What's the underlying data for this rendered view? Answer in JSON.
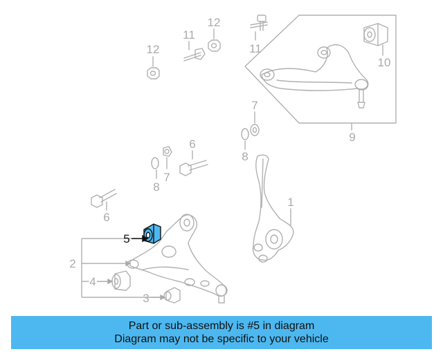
{
  "diagram": {
    "callouts": {
      "upper_arm_assembly": "9",
      "upper_bushing": "10",
      "upper_bolt": "11",
      "upper_bolt_left": "11",
      "upper_nut": "12",
      "upper_nut_left": "12",
      "upper_washer": "7",
      "upper_stopper": "8",
      "knuckle": "1",
      "lower_arm_assembly": "2",
      "lower_rear_bushing": "3",
      "lower_front_bushing": "4",
      "highlighted_bushing": "5",
      "lower_bolt": "6",
      "lower_bolt_left": "6",
      "lower_washer": "7",
      "lower_stopper": "8"
    },
    "highlight_color": "#4db8f0"
  },
  "caption": {
    "line1": "Part or sub-assembly is #5 in diagram",
    "line2": "Diagram may not be specific to your vehicle"
  }
}
